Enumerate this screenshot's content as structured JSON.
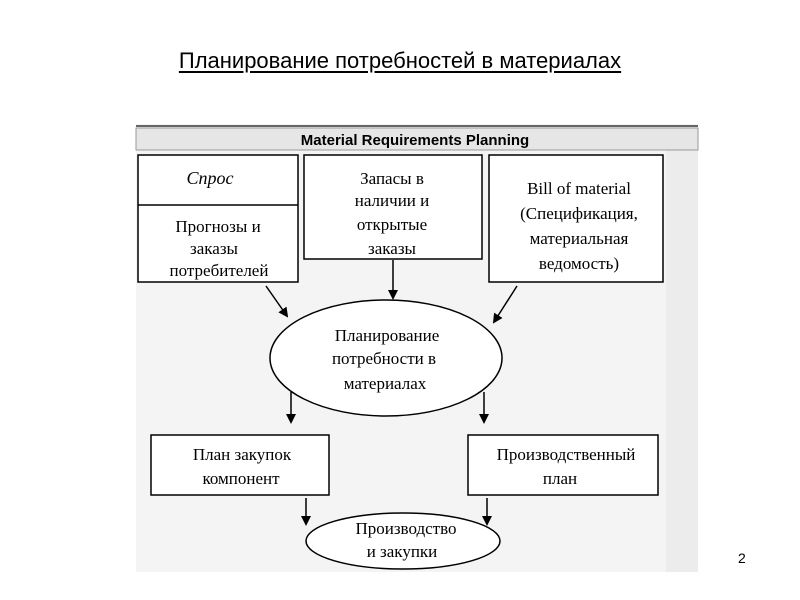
{
  "slide": {
    "title": "Планирование потребностей в материалах",
    "page_number": "2"
  },
  "diagram": {
    "header": "Material Requirements Planning",
    "demand_box": {
      "heading": "Спрос",
      "lines": [
        "Прогнозы и",
        "заказы",
        "потребителей"
      ]
    },
    "inventory_box": {
      "lines": [
        "Запасы в",
        "наличии и",
        "открытые",
        "заказы"
      ]
    },
    "bom_box": {
      "lines": [
        "Bill of material",
        "(Спецификация,",
        "материальная",
        "ведомость)"
      ]
    },
    "mrp_ellipse": {
      "lines": [
        "Планирование",
        "потребности в",
        "материалах"
      ]
    },
    "purchase_plan_box": {
      "lines": [
        "План закупок",
        "компонент"
      ]
    },
    "production_plan_box": {
      "lines": [
        "Производственный",
        "план"
      ]
    },
    "production_ellipse": {
      "lines": [
        "Производство",
        "и закупки"
      ]
    }
  },
  "colors": {
    "panel_background": "#f0f0f0",
    "header_band": "#e6e6e6",
    "stroke": "#000000"
  }
}
